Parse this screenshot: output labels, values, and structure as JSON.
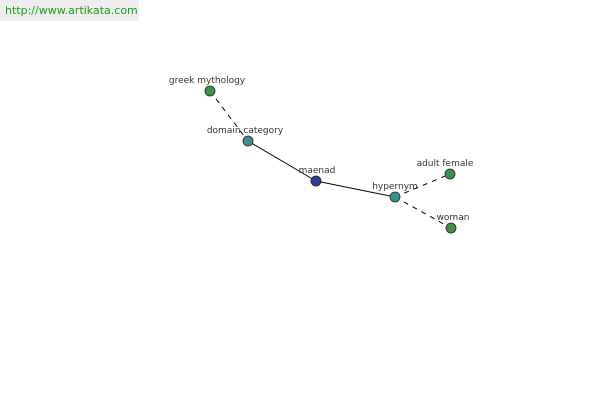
{
  "header": {
    "url": "http://www.artikata.com",
    "url_color": "#1a9c1a"
  },
  "graph": {
    "colors": {
      "center": "#2e3f8a",
      "relation": "#3f8f8f",
      "leaf": "#3f8f45"
    },
    "nodes": [
      {
        "id": "greek_mythology",
        "label": "greek mythology",
        "kind": "leaf"
      },
      {
        "id": "domain_category",
        "label": "domain category",
        "kind": "relation"
      },
      {
        "id": "maenad",
        "label": "maenad",
        "kind": "center"
      },
      {
        "id": "hypernym",
        "label": "hypernym",
        "kind": "relation"
      },
      {
        "id": "adult_female",
        "label": "adult female",
        "kind": "leaf"
      },
      {
        "id": "woman",
        "label": "woman",
        "kind": "leaf"
      }
    ],
    "edges": [
      {
        "from": "greek_mythology",
        "to": "domain_category",
        "style": "dashed"
      },
      {
        "from": "domain_category",
        "to": "maenad",
        "style": "solid"
      },
      {
        "from": "maenad",
        "to": "hypernym",
        "style": "solid"
      },
      {
        "from": "hypernym",
        "to": "adult_female",
        "style": "dashed"
      },
      {
        "from": "hypernym",
        "to": "woman",
        "style": "dashed"
      }
    ]
  }
}
